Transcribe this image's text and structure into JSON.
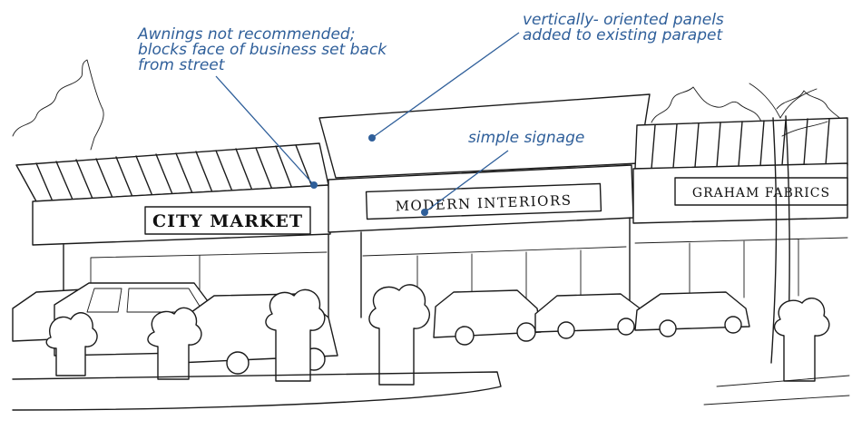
{
  "annotations": {
    "awnings": "Awnings not recommended;\nblocks face of business set back\nfrom street",
    "panels": "vertically- oriented panels\nadded to existing parapet",
    "signage": "simple signage"
  },
  "storefronts": {
    "left": "CITY MARKET",
    "center": "MODERN INTERIORS",
    "right": "GRAHAM FABRICS"
  },
  "colors": {
    "annotation_ink": "#2f5f9a",
    "sketch_ink": "#1b1b1b",
    "paper": "#ffffff"
  }
}
